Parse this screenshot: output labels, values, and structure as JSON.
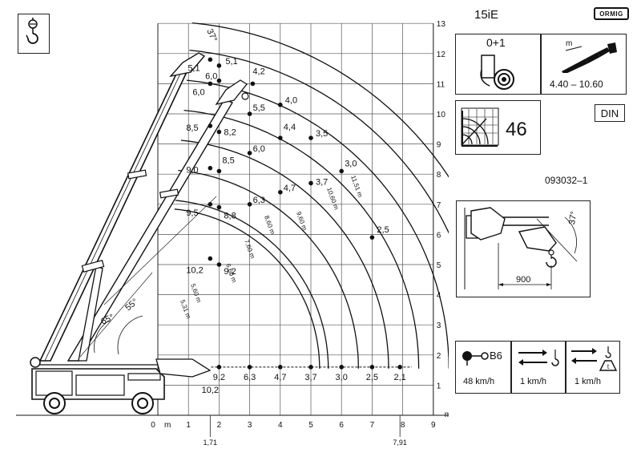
{
  "header": {
    "model": "15iE",
    "brand": "ORMIG",
    "code": "093032–1",
    "din": "DIN"
  },
  "top_left_icon": "hook-load-icon",
  "counterweight": {
    "label": "0+1",
    "icon": "counterweight-wheel-icon"
  },
  "boom_length": {
    "unit": "m",
    "range": "4.40  –  10.60",
    "icon": "telescopic-boom-icon"
  },
  "rating": {
    "value": "46",
    "icon": "load-chart-icon"
  },
  "jib_detail": {
    "angle": "37°",
    "offset": "900"
  },
  "speeds": [
    {
      "label": "B6",
      "speed": "48 km/h",
      "icon": "travel-tire-icon"
    },
    {
      "label": "",
      "speed": "1 km/h",
      "icon": "transfer-arrows-hook-icon"
    },
    {
      "label": "",
      "speed": "1 km/h",
      "icon": "transfer-arrows-load-icon"
    }
  ],
  "chart": {
    "x_unit": "m",
    "y_unit": "m",
    "x_ticks": [
      "0",
      "1",
      "2",
      "3",
      "4",
      "5",
      "6",
      "7",
      "8",
      "9"
    ],
    "y_ticks": [
      "1",
      "2",
      "3",
      "4",
      "5",
      "6",
      "7",
      "8",
      "9",
      "10",
      "11",
      "12",
      "13"
    ],
    "x_extra": [
      "1,71",
      "7,91"
    ],
    "angles": [
      "37°",
      "65°",
      "55°"
    ],
    "arc_labels": [
      "5,31 m",
      "5,60 m",
      "6,60 m",
      "7,60 m",
      "8,60 m",
      "9,60 m",
      "10,60 m",
      "11,51 m"
    ],
    "bottom_loads": [
      "9,2",
      "6,3",
      "4,7",
      "3,7",
      "3,0",
      "2,5",
      "2,1"
    ],
    "extra_load": "10,2",
    "point_loads": [
      "5,1",
      "5,1",
      "4,2",
      "6,0",
      "6,0",
      "4,0",
      "5,5",
      "8,5",
      "8,2",
      "4,4",
      "3,5",
      "6,0",
      "3,0",
      "9,0",
      "8,5",
      "3,7",
      "4,7",
      "6,3",
      "9,5",
      "8,8",
      "2,5",
      "10,2",
      "9,2"
    ]
  }
}
